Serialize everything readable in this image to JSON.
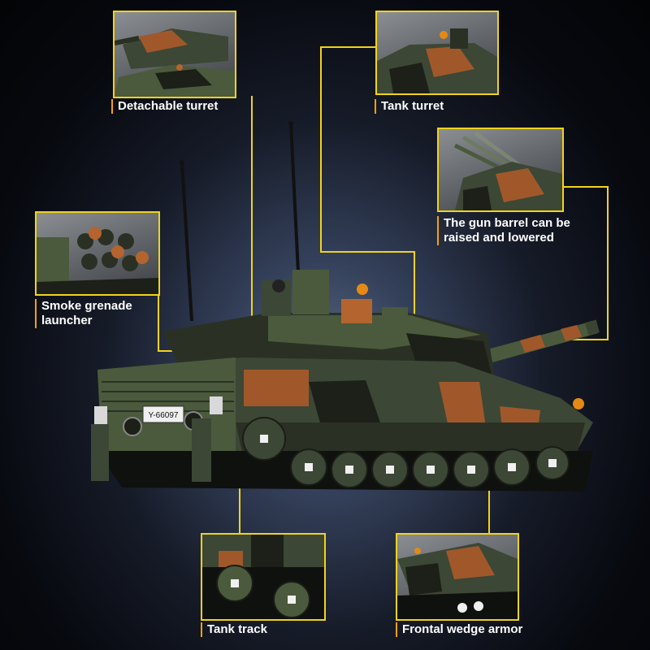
{
  "callouts": {
    "detachable_turret": "Detachable turret",
    "tank_turret": "Tank turret",
    "gun_barrel_line1": "The gun barrel can be",
    "gun_barrel_line2": "raised and lowered",
    "smoke_line1": "Smoke grenade",
    "smoke_line2": "launcher",
    "tank_track": "Tank track",
    "frontal_armor": "Frontal wedge armor"
  },
  "plate": {
    "text": "Y-66097"
  },
  "colors": {
    "callout_line": "#f2d31a",
    "label_marker": "#f2a400",
    "camo_green": "#4b5a3c",
    "camo_dark": "#1c2018",
    "camo_brown": "#a0582a"
  }
}
